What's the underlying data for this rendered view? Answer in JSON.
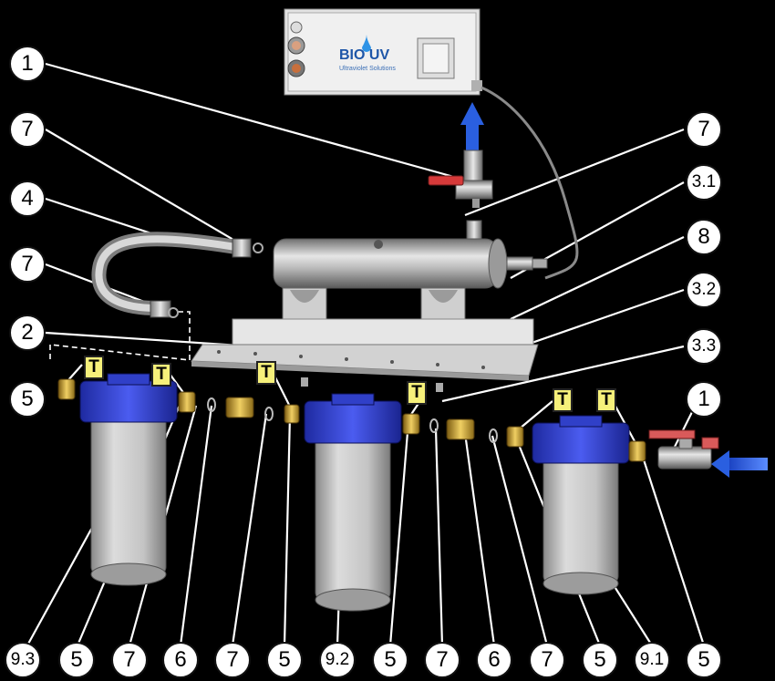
{
  "callouts": {
    "c1_top": "1",
    "c7_left_top": "7",
    "c4": "4",
    "c7_left_mid": "7",
    "c2": "2",
    "c5_left": "5",
    "c7_right_top": "7",
    "c3_1": "3.1",
    "c8": "8",
    "c3_2": "3.2",
    "c3_3": "3.3",
    "c1_right": "1",
    "b_9_3": "9.3",
    "b_5_a": "5",
    "b_7_a": "7",
    "b_6_a": "6",
    "b_7_b": "7",
    "b_5_b": "5",
    "b_9_2": "9.2",
    "b_5_c": "5",
    "b_7_c": "7",
    "b_6_b": "6",
    "b_7_d": "7",
    "b_5_d": "5",
    "b_9_1": "9.1",
    "b_5_e": "5"
  },
  "t_badges": [
    "T",
    "T",
    "T",
    "T",
    "T",
    "T"
  ],
  "control_unit": {
    "brand": "BIO UV",
    "subtitle": "Ultraviolet Solutions"
  },
  "colors": {
    "background": "#000000",
    "filter_cap": "#2f3fd0",
    "fitting_brass": "#c8a23a",
    "flow_arrow": "#2a5fe0",
    "label_fill": "#ffffff",
    "t_badge": "#f6f07a"
  }
}
